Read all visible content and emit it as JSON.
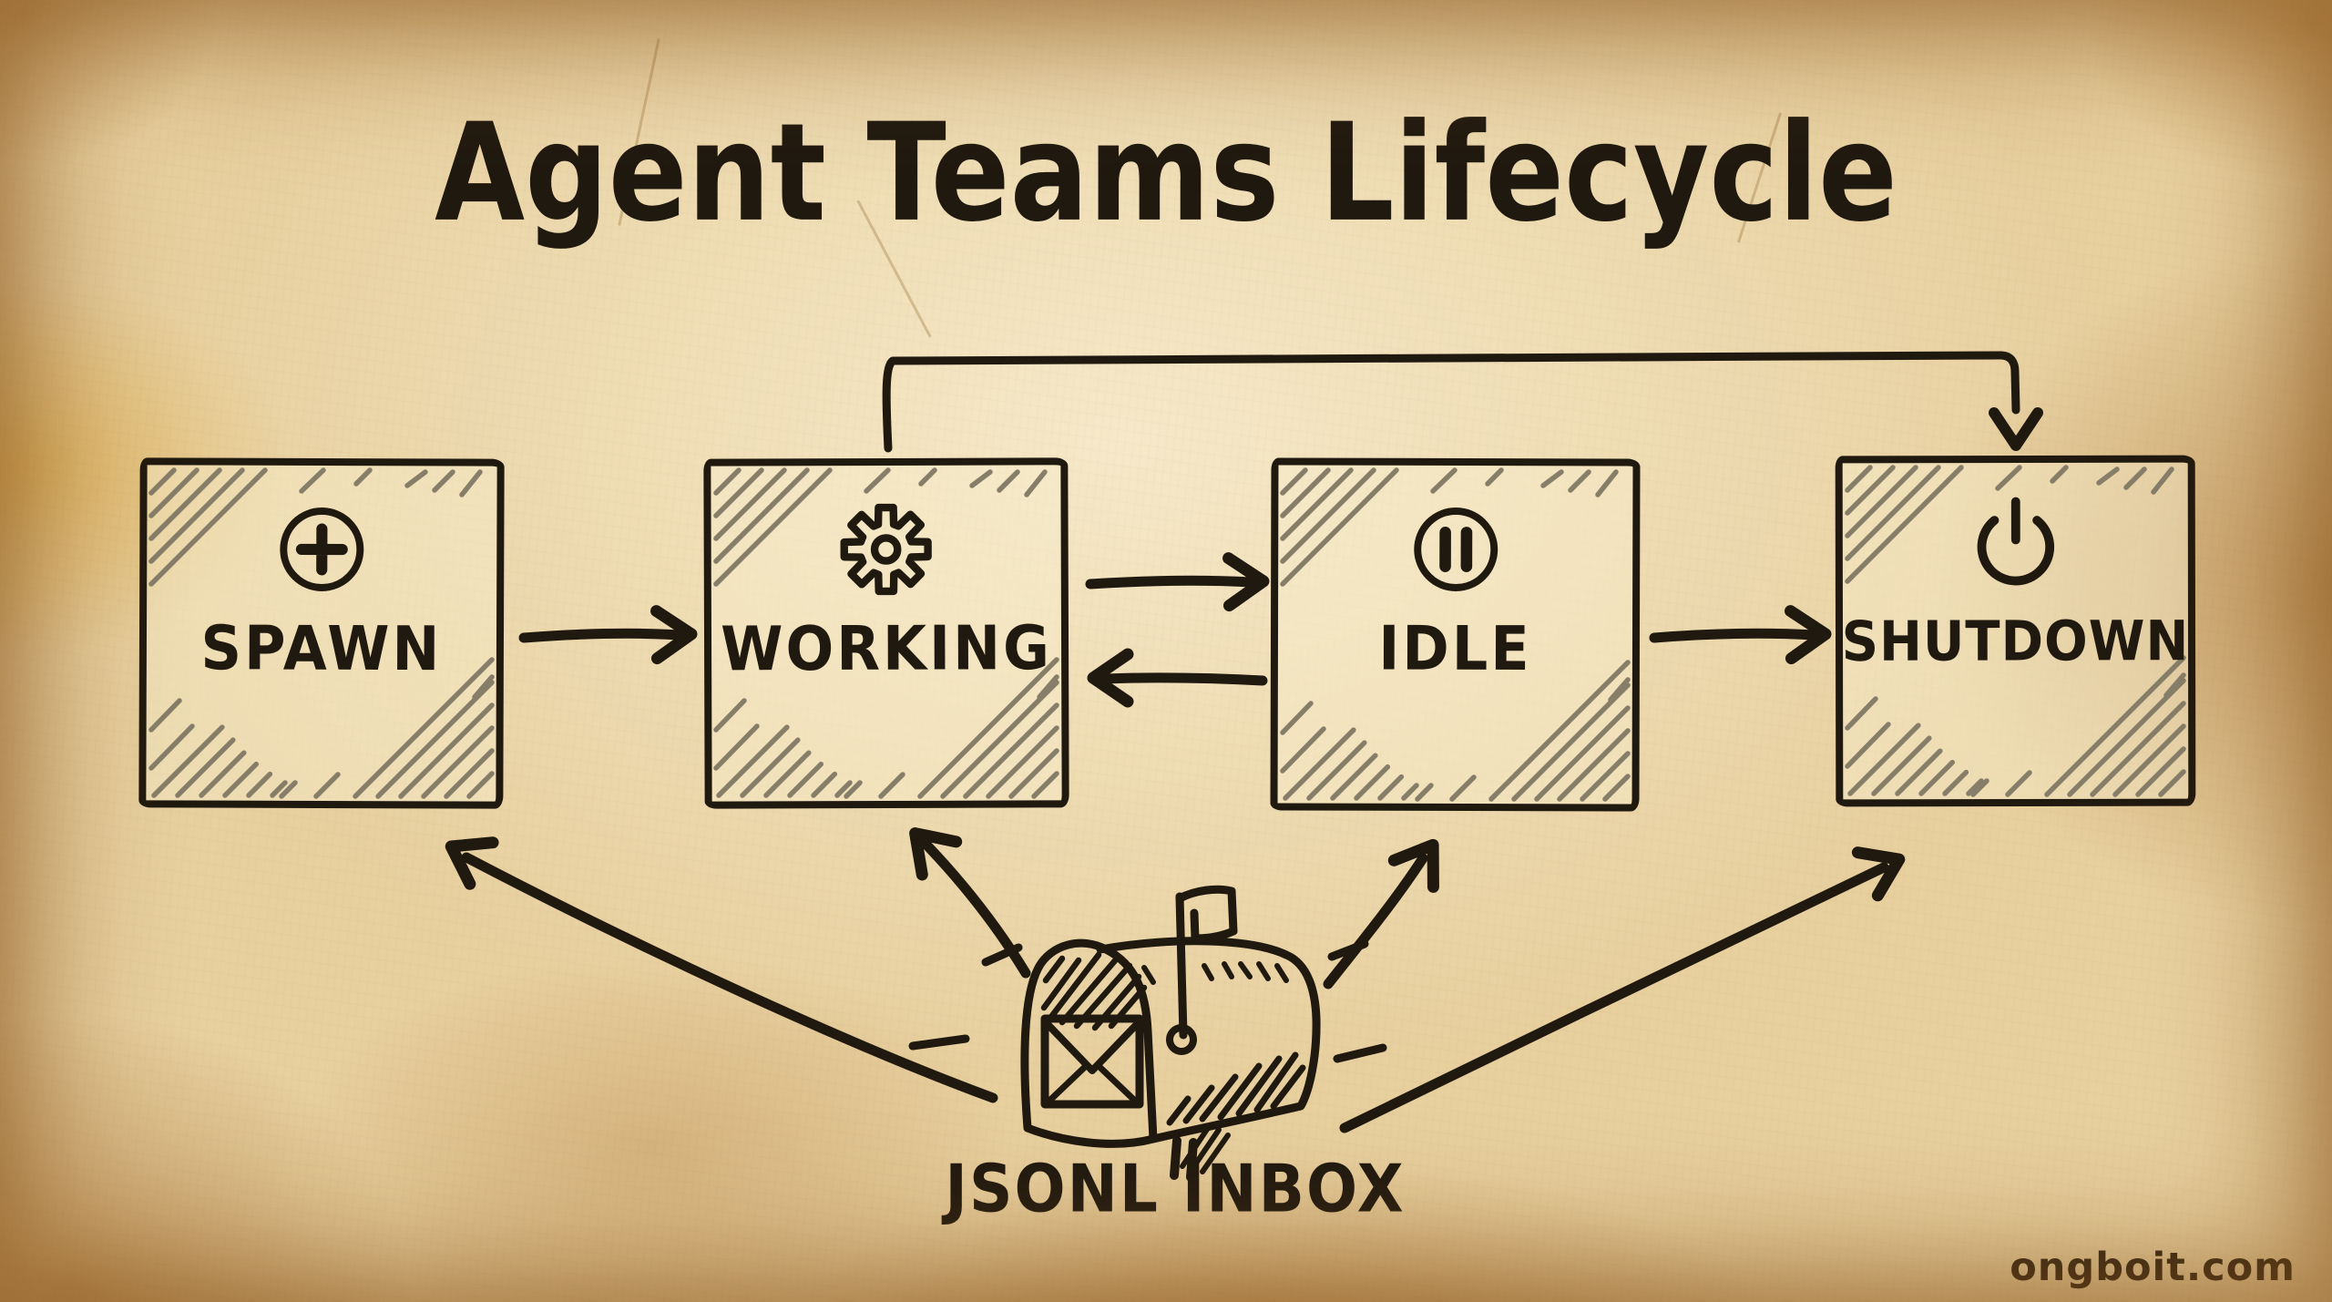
{
  "title": "Agent Teams Lifecycle",
  "watermark": "ongboit.com",
  "colors": {
    "ink": "#201910",
    "paper": "#e7cf9e",
    "paper_light": "#f7ecca"
  },
  "states": [
    {
      "id": "spawn",
      "label": "SPAWN",
      "icon": "plus-circle-icon"
    },
    {
      "id": "working",
      "label": "WORKING",
      "icon": "gear-icon"
    },
    {
      "id": "idle",
      "label": "IDLE",
      "icon": "pause-circle-icon"
    },
    {
      "id": "shutdown",
      "label": "SHUTDOWN",
      "icon": "power-icon"
    }
  ],
  "inbox": {
    "label": "JSONL INBOX",
    "icon": "mailbox-icon"
  },
  "transitions": [
    {
      "from": "spawn",
      "to": "working"
    },
    {
      "from": "working",
      "to": "idle"
    },
    {
      "from": "idle",
      "to": "working"
    },
    {
      "from": "idle",
      "to": "shutdown"
    },
    {
      "from": "working",
      "to": "shutdown"
    },
    {
      "from": "jsonl-inbox",
      "to": "spawn"
    },
    {
      "from": "jsonl-inbox",
      "to": "working"
    },
    {
      "from": "jsonl-inbox",
      "to": "idle"
    },
    {
      "from": "jsonl-inbox",
      "to": "shutdown"
    }
  ]
}
